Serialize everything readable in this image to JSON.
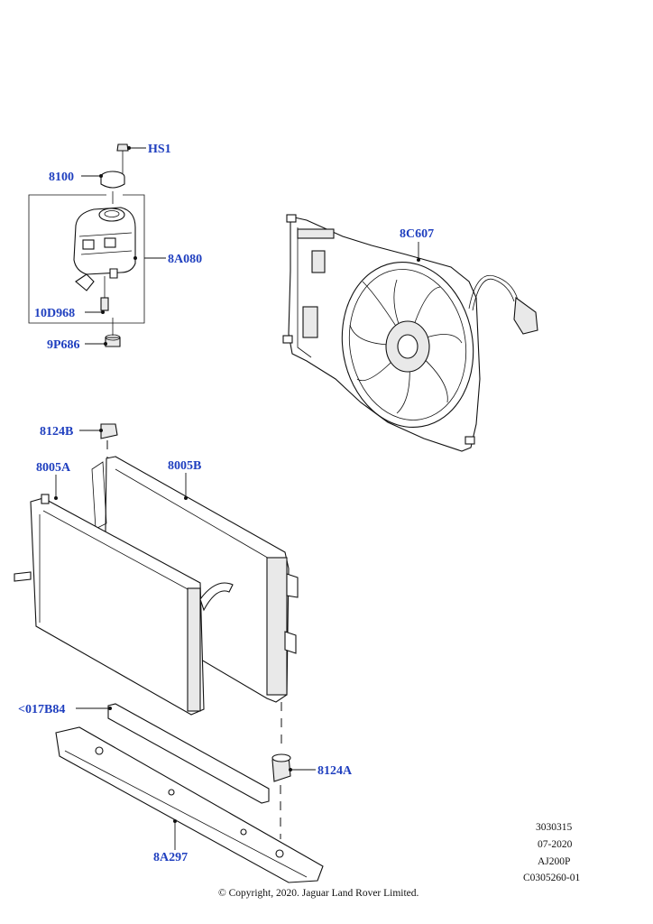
{
  "callouts": {
    "hs1": "HS1",
    "p8100": "8100",
    "p8a080": "8A080",
    "p10d968": "10D968",
    "p9p686": "9P686",
    "p8c607": "8C607",
    "p8124b": "8124B",
    "p8005a": "8005A",
    "p8005b": "8005B",
    "p017b84": "<017B84",
    "p8124a": "8124A",
    "p8a297": "8A297"
  },
  "meta": {
    "line1": "3030315",
    "line2": "07-2020",
    "line3": "AJ200P",
    "line4": "C0305260-01"
  },
  "copyright": "© Copyright, 2020. Jaguar Land Rover Limited.",
  "colors": {
    "callout": "#1f3fbf",
    "line": "#111111"
  }
}
